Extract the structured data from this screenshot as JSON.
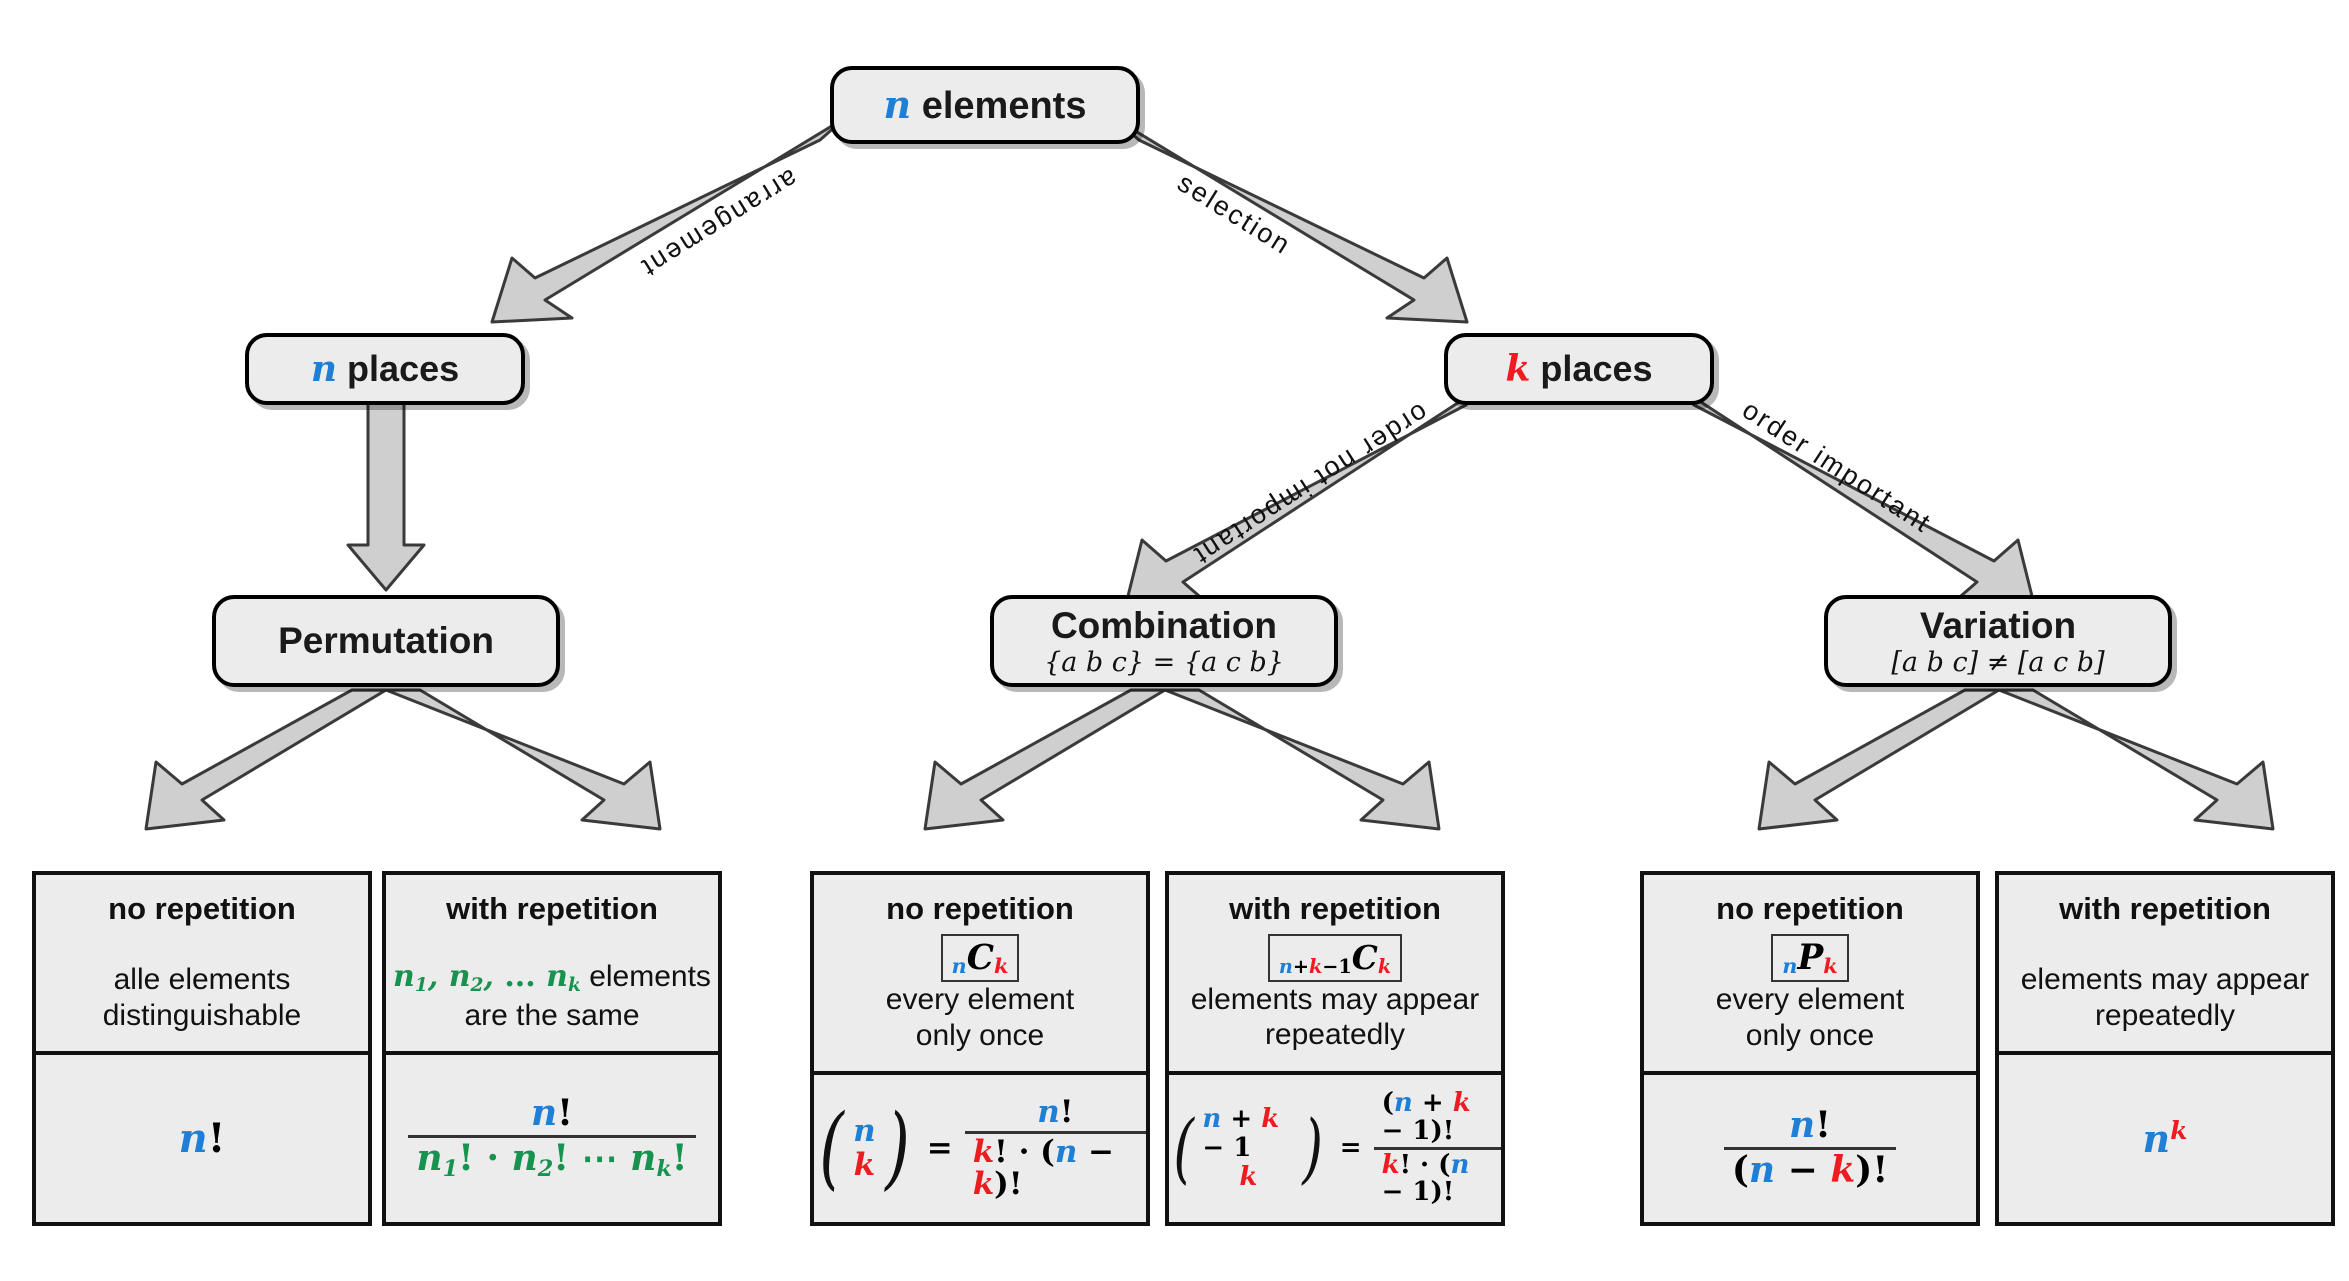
{
  "diagram": {
    "title": "Combinatorics decision tree",
    "colors": {
      "n": "#1f7fd4",
      "k": "#ef1b20",
      "ni": "#17924f",
      "node_fill": "#ececec",
      "edge_fill": "#cfcfcf"
    }
  },
  "root": {
    "label_var": "n",
    "label_text": " elements"
  },
  "edges": {
    "arrangement": "arrangement",
    "selection": "selection",
    "order_not_important": "order not important",
    "order_important": "order important"
  },
  "level2": {
    "left": {
      "var": "n",
      "text": " places"
    },
    "right": {
      "var": "k",
      "text": " places"
    }
  },
  "level3": [
    {
      "title": "Permutation",
      "sub": ""
    },
    {
      "title": "Combination",
      "sub": "{a b c} = {a c b}"
    },
    {
      "title": "Variation",
      "sub": "[a b c] ≠ [a c b]"
    }
  ],
  "leaves": [
    {
      "group": "permutation",
      "header": "no repetition",
      "notation": null,
      "description": "alle elements\ndistinguishable",
      "description_color": "black",
      "formula_text": "n!"
    },
    {
      "group": "permutation",
      "header": "with repetition",
      "notation": null,
      "description": "n₁, n₂, ... nₖ elements\nare the same",
      "description_color": "green",
      "formula_text": "n! / (n₁! · n₂! ⋯ nₖ!)"
    },
    {
      "group": "combination",
      "header": "no repetition",
      "notation": "ₙCₖ",
      "description": "every element\nonly once",
      "description_color": "black",
      "formula_text": "(n choose k) = n! / (k! · (n − k)!)"
    },
    {
      "group": "combination",
      "header": "with repetition",
      "notation": "ₙ₊ₖ₋₁Cₖ",
      "description": "elements may appear\nrepeatedly",
      "description_color": "black",
      "formula_text": "(n+k−1 choose k) = (n + k − 1)! / (k! · (n − 1)!)"
    },
    {
      "group": "variation",
      "header": "no repetition",
      "notation": "ₙPₖ",
      "description": "every element\nonly once",
      "description_color": "black",
      "formula_text": "n! / (n − k)!"
    },
    {
      "group": "variation",
      "header": "with repetition",
      "notation": null,
      "description": "elements may appear\nrepeatedly",
      "description_color": "black",
      "formula_text": "nᵏ"
    }
  ],
  "symbols": {
    "n": "n",
    "k": "k",
    "C": "C",
    "P": "P",
    "factorial": "!",
    "plus": "+",
    "minus": "−",
    "one": "1",
    "dot": "·",
    "ellipsis": "⋯",
    "equals": "=",
    "n1": "n",
    "n2": "n",
    "nk": "n",
    "sub1": "1",
    "sub2": "2",
    "subk": "k",
    "lparen": "(",
    "rparen": ")"
  }
}
